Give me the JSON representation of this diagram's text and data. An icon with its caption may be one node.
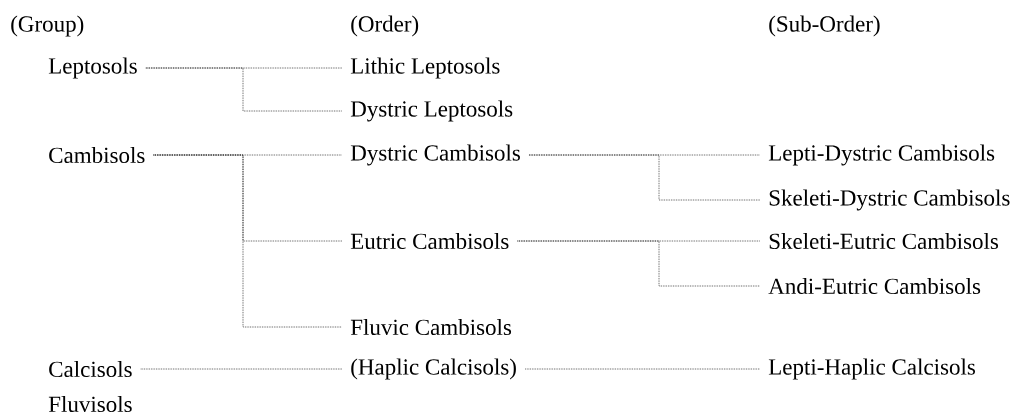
{
  "diagram": {
    "nodes": [
      {
        "text": [
          "Leptosols"
        ]
      },
      {
        "text": [
          "Lithic Leptosols"
        ]
      },
      {
        "text": [
          "Dystric Leptosols"
        ]
      },
      {
        "text": [
          "Cambisols"
        ]
      },
      {
        "text": [
          "Dystric Cambisols"
        ]
      },
      {
        "text": [
          "Lepti-Dystric Cambisols"
        ]
      },
      {
        "text": [
          "Skeleti-Dystric Cambisols"
        ]
      },
      {
        "text": [
          "Eutric Cambisols"
        ]
      },
      {
        "text": [
          "Skeleti-Eutric Cambisols"
        ]
      },
      {
        "text": [
          "Andi-Eutric Cambisols"
        ]
      },
      {
        "text": [
          "Fluvic Cambisols"
        ]
      },
      {
        "text": [
          "Calcisols"
        ]
      },
      {
        "text": [
          "(Haplic Calcisols)"
        ]
      },
      {
        "text": [
          "Lepti-Haplic Calcisols"
        ]
      },
      {
        "text": [
          "Fluvisols"
        ]
      }
    ],
    "edges": [
      {
        "from": 0,
        "to": 1,
        "arrow": "none"
      },
      {
        "from": 0,
        "to": 2,
        "arrow": "none"
      },
      {
        "from": 3,
        "to": 4,
        "arrow": "none"
      },
      {
        "from": 3,
        "to": 7,
        "arrow": "none"
      },
      {
        "from": 3,
        "to": 10,
        "arrow": "none"
      },
      {
        "from": 4,
        "to": 5,
        "arrow": "none"
      },
      {
        "from": 4,
        "to": 6,
        "arrow": "none"
      },
      {
        "from": 7,
        "to": 8,
        "arrow": "none"
      },
      {
        "from": 7,
        "to": 9,
        "arrow": "none"
      },
      {
        "from": 11,
        "to": 12,
        "arrow": "none"
      },
      {
        "from": 12,
        "to": 13,
        "arrow": "none"
      }
    ],
    "labels": [
      "(Group)",
      "(Order)",
      "(Sub-Order)"
    ]
  }
}
